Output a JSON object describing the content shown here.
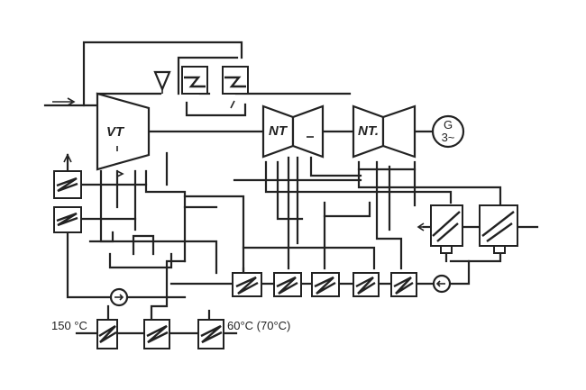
{
  "labels": {
    "high_pressure_turbine": "VT",
    "low_pressure_turbine_1": "NT",
    "low_pressure_turbine_2": "NT.",
    "generator_symbol": "G",
    "generator_phase": "3~",
    "supply_temperature": "150 °C",
    "return_temperature": "60°C (70°C)"
  },
  "icons": [
    "turbine-icon",
    "generator-icon",
    "heat-exchanger-icon",
    "pump-icon",
    "valve-icon",
    "flow-arrow-icon"
  ],
  "colors": {
    "line": "#222222",
    "background": "#ffffff"
  }
}
